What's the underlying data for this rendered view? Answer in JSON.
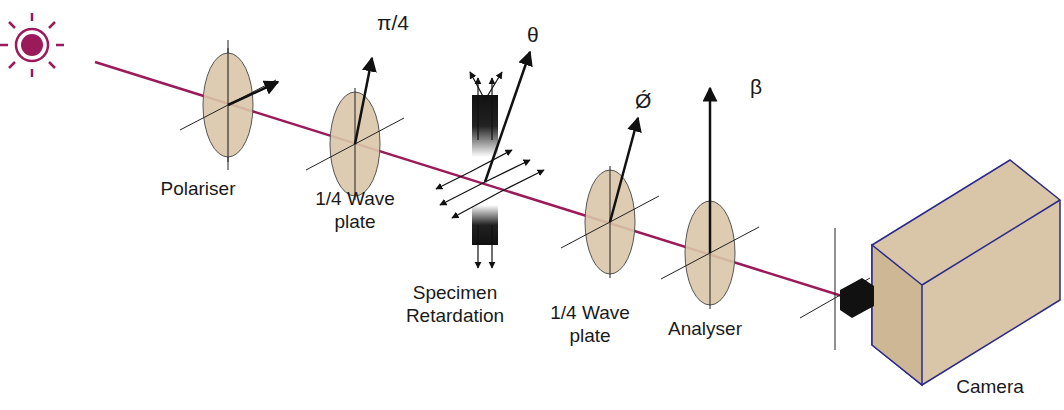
{
  "diagram": {
    "labels": [
      "π/4",
      "Polariser",
      "1/4 Wave plate",
      "θ",
      "Specimen Retardation",
      "Ǿ",
      "1/4 Wave plate",
      "β",
      "Analyser",
      "Camera"
    ]
  }
}
